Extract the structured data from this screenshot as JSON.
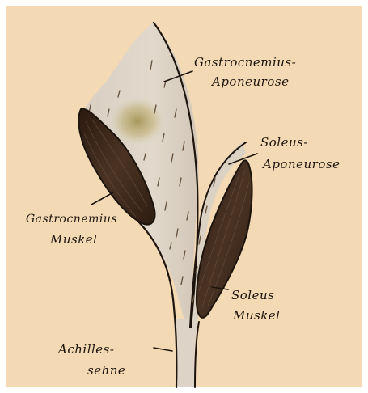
{
  "labels": {
    "gastrocnemius_aponeurose_line1": "Gastrocnemius-",
    "gastrocnemius_aponeurose_line2": "Aponeurose",
    "soleus_aponeurose_line1": "Soleus-",
    "soleus_aponeurose_line2": "Aponeurose",
    "gastrocnemius_muskel_line1": "Gastrocnemius",
    "gastrocnemius_muskel_line2": "Muskel",
    "soleus_muskel_line1": "Soleus",
    "soleus_muskel_line2": "Muskel",
    "achillessehne_line1": "Achilles-",
    "achillessehne_line2": "sehne"
  },
  "colors": {
    "paper": "#f3d9b4",
    "aponeurosis_shade": "#ddd3c7",
    "olive_spot": "#b7a767",
    "muscle_dark": "#3f2a1e",
    "ink": "#1c140d"
  }
}
